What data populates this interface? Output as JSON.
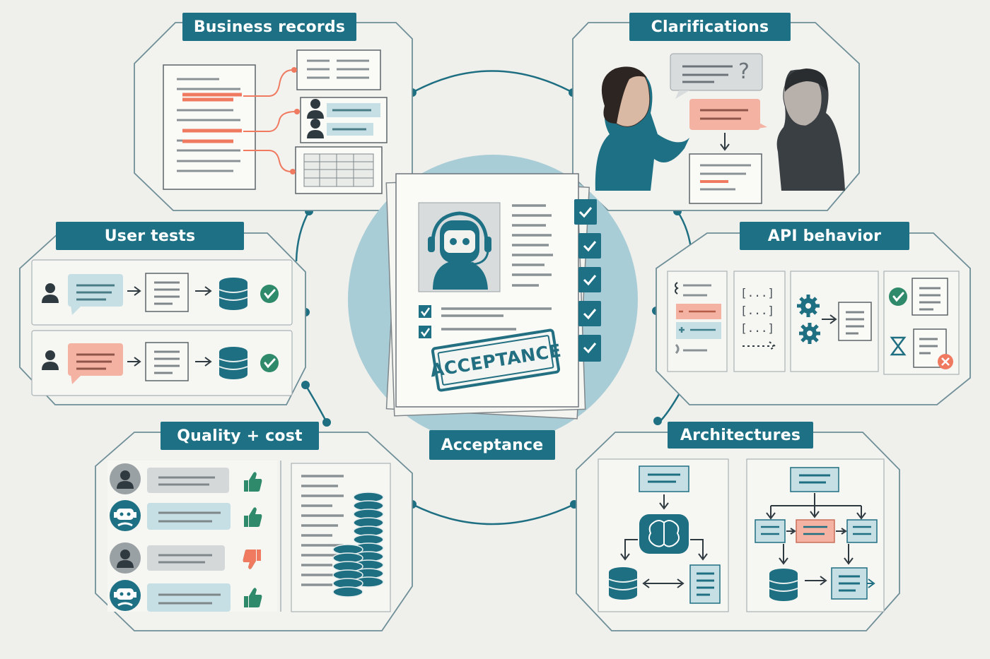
{
  "panels": {
    "business_records": "Business records",
    "clarifications": "Clarifications",
    "user_tests": "User tests",
    "api_behavior": "API behavior",
    "quality_cost": "Quality + cost",
    "architectures": "Architectures",
    "center": "Acceptance"
  },
  "stamp_text": "ACCEPTANCE",
  "question_mark": "?",
  "api_brackets": [
    "[...]",
    "[...]",
    "[...]"
  ],
  "colors": {
    "teal": "#1e7185",
    "dark_teal": "#1c5f70",
    "salmon": "#f2a998",
    "light_blue": "#c6dfe4",
    "green": "#2f8a6b",
    "background": "#efefeb"
  }
}
